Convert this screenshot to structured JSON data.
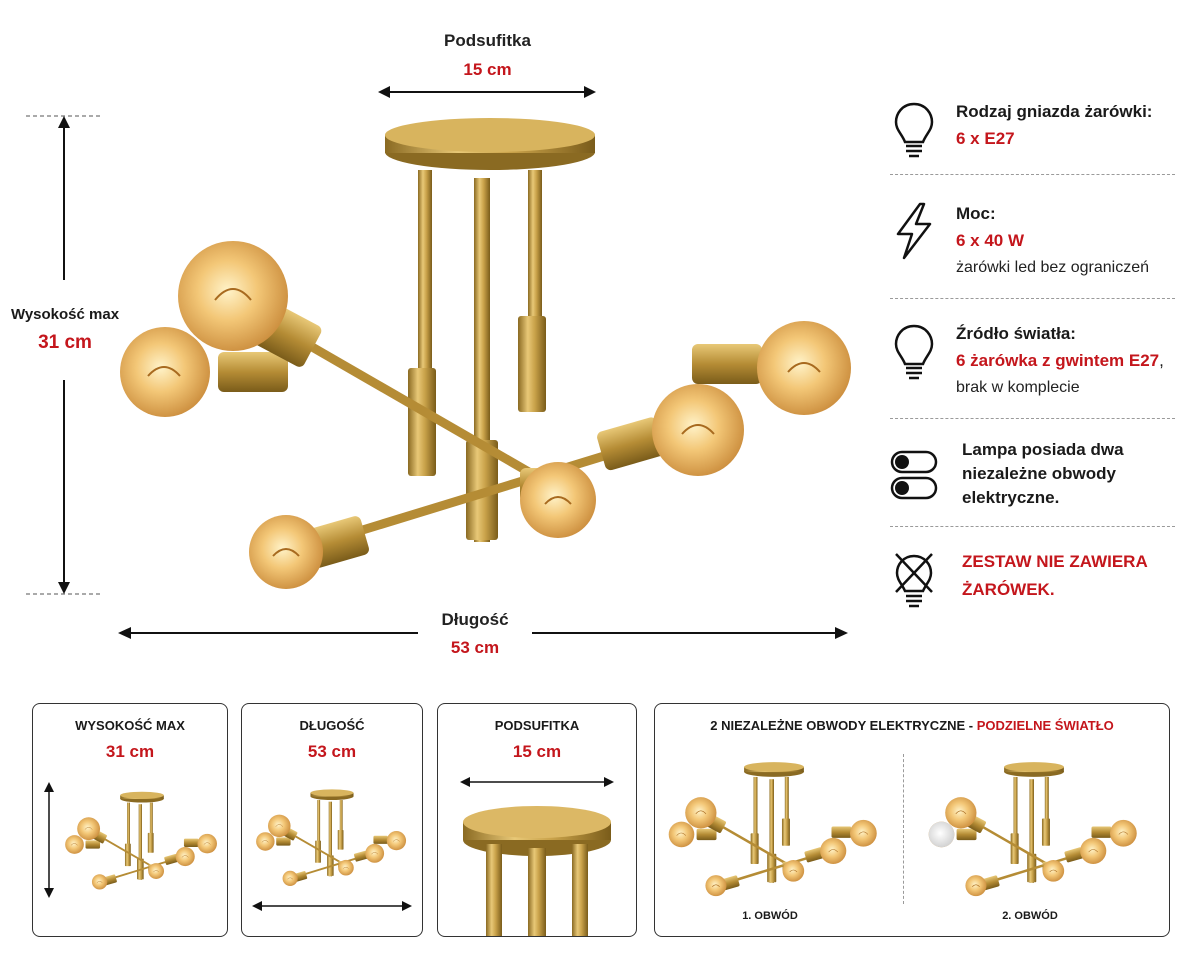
{
  "dimensions": {
    "top": {
      "label": "Podsufitka",
      "value": "15 cm"
    },
    "left": {
      "label": "Wysokość max",
      "value": "31 cm"
    },
    "bottom": {
      "label": "Długość",
      "value": "53 cm"
    }
  },
  "specs": [
    {
      "icon": "bulb-icon",
      "title": "Rodzaj gniazda żarówki:",
      "value": "6 x E27",
      "note": ""
    },
    {
      "icon": "lightning-icon",
      "title": "Moc:",
      "value": "6 x 40 W",
      "note": "żarówki led bez ograniczeń"
    },
    {
      "icon": "bulb-icon",
      "title": "Źródło światła:",
      "value": "6 żarówka z gwintem E27",
      "value_suffix": ",",
      "note": "brak w komplecie"
    },
    {
      "icon": "switch-icon",
      "title": "Lampa posiada dwa niezależne obwody elektryczne.",
      "value": "",
      "note": ""
    },
    {
      "icon": "no-bulb-icon",
      "title": "",
      "value": "ZESTAW NIE ZAWIERA ŻARÓWEK.",
      "note": ""
    }
  ],
  "boxes": {
    "height": {
      "label": "WYSOKOŚĆ MAX",
      "value": "31 cm"
    },
    "length": {
      "label": "DŁUGOŚĆ",
      "value": "53 cm"
    },
    "canopy": {
      "label": "PODSUFITKA",
      "value": "15 cm"
    },
    "circuits": {
      "label": "2 NIEZALEŻNE OBWODY ELEKTRYCZNE -",
      "label_accent": "PODZIELNE ŚWIATŁO",
      "caption_1": "1. OBWÓD",
      "caption_2": "2. OBWÓD"
    }
  },
  "colors": {
    "accent": "#c4161c",
    "brass": "#c9a24a",
    "brass_dark": "#8a6a22",
    "glass": "#e9b15c"
  }
}
